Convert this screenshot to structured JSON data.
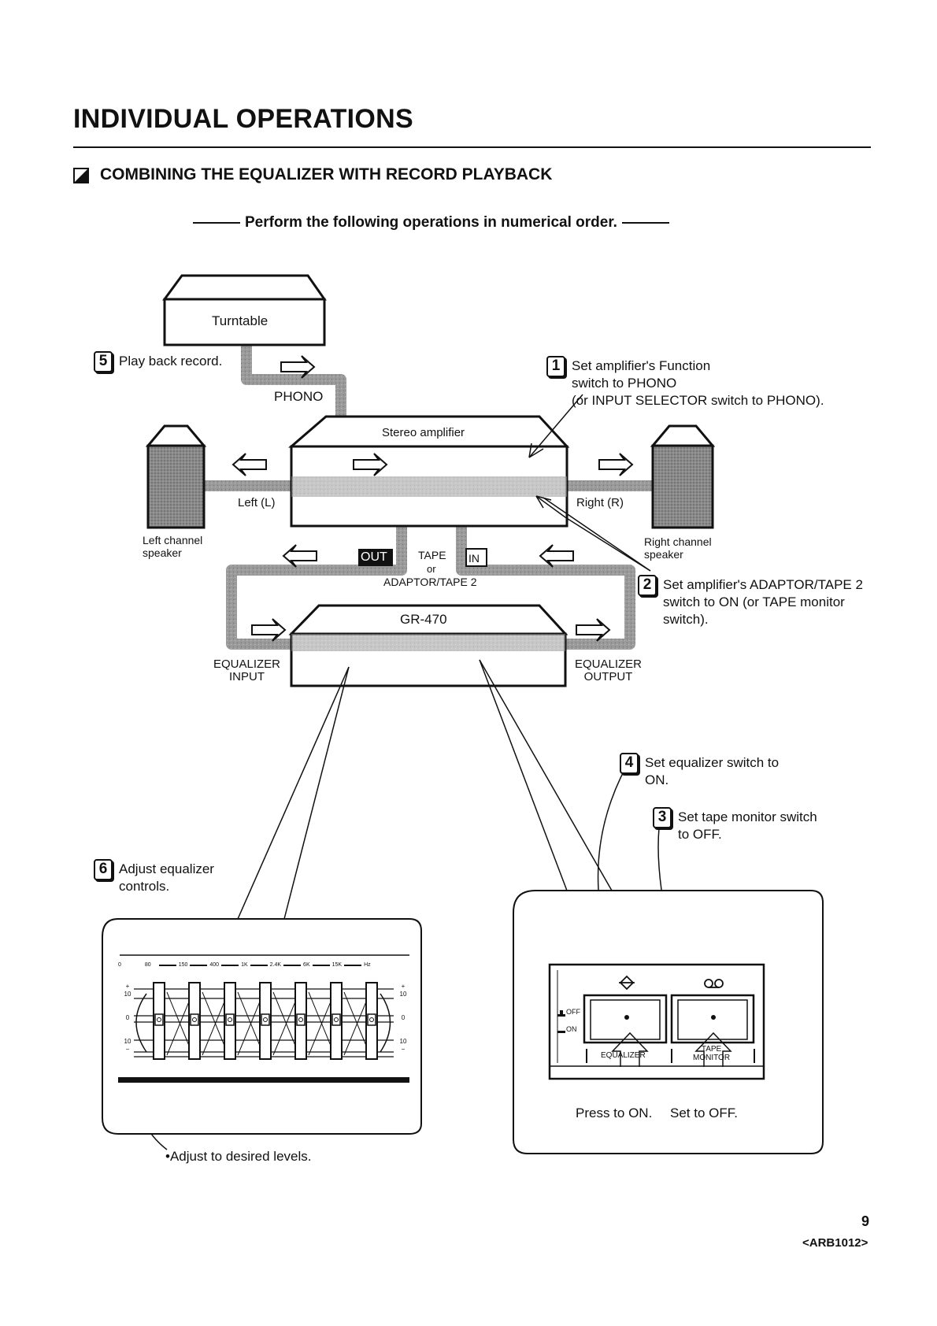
{
  "header": {
    "title": "INDIVIDUAL OPERATIONS",
    "section_heading": "COMBINING THE EQUALIZER WITH RECORD PLAYBACK",
    "instruction": "Perform the following operations in numerical order."
  },
  "diagram": {
    "turntable_label": "Turntable",
    "phono_label": "PHONO",
    "amplifier_label": "Stereo amplifier",
    "left_label": "Left (L)",
    "right_label": "Right (R)",
    "left_speaker_label": [
      "Left channel",
      "speaker"
    ],
    "right_speaker_label": [
      "Right channel",
      "speaker"
    ],
    "out_label": "OUT",
    "in_label": "IN",
    "tape_label": "TAPE",
    "or_label": "or",
    "adaptor_label": "ADAPTOR/TAPE 2",
    "equalizer_label": "GR-470",
    "eq_input_label": [
      "EQUALIZER",
      "INPUT"
    ],
    "eq_output_label": [
      "EQUALIZER",
      "OUTPUT"
    ]
  },
  "steps": [
    {
      "number": "1",
      "lines": [
        "Set amplifier's Function",
        "switch to PHONO",
        "(or INPUT SELECTOR switch to PHONO)."
      ]
    },
    {
      "number": "2",
      "lines": [
        "Set amplifier's ADAPTOR/TAPE 2",
        "switch to ON (or TAPE monitor",
        "switch)."
      ]
    },
    {
      "number": "3",
      "lines": [
        "Set tape monitor switch",
        "to OFF."
      ]
    },
    {
      "number": "4",
      "lines": [
        "Set equalizer switch to",
        "ON."
      ]
    },
    {
      "number": "5",
      "lines": [
        "Play back record."
      ]
    },
    {
      "number": "6",
      "lines": [
        "Adjust equalizer",
        "controls."
      ]
    }
  ],
  "eq_panel": {
    "frequencies": [
      "80",
      "150",
      "400",
      "1K",
      "2.4K",
      "6K",
      "15K"
    ],
    "hz_label": "Hz",
    "scale_left": [
      "+",
      "10",
      "0",
      "10",
      "−"
    ],
    "scale_right": [
      "+",
      "10",
      "0",
      "10",
      "−"
    ],
    "zero_label": "0",
    "adjust_note": "•Adjust to desired levels."
  },
  "switch_panel": {
    "off_label": "OFF",
    "on_label": "ON",
    "equalizer_label": "EQUALIZER",
    "tape_monitor_label": [
      "TAPE",
      "MONITOR"
    ],
    "press_note": "Press to ON.",
    "set_note": "Set to OFF."
  },
  "footer": {
    "page_number": "9",
    "doc_code": "<ARB1012>"
  },
  "colors": {
    "ink": "#111111",
    "cable": "#9a9a9a",
    "speaker_fill": "#8a8a8a"
  }
}
